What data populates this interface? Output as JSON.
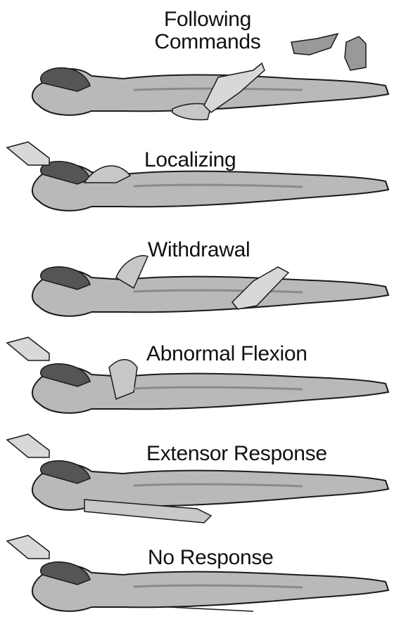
{
  "responses": [
    {
      "id": "following-commands",
      "label_lines": [
        "Following",
        "Commands"
      ],
      "extra": "hand-signals"
    },
    {
      "id": "localizing",
      "label_lines": [
        "Localizing"
      ],
      "extra": "stimulus"
    },
    {
      "id": "withdrawal",
      "label_lines": [
        "Withdrawal"
      ],
      "extra": "stimulus-leg"
    },
    {
      "id": "abnormal-flexion",
      "label_lines": [
        "Abnormal Flexion"
      ],
      "extra": "stimulus"
    },
    {
      "id": "extensor-response",
      "label_lines": [
        "Extensor Response"
      ],
      "extra": "stimulus"
    },
    {
      "id": "no-response",
      "label_lines": [
        "No Response"
      ],
      "extra": "stimulus"
    }
  ],
  "colors": {
    "body_fill": "#b9b9b9",
    "body_shade": "#8a8a8a",
    "outline": "#1a1a1a",
    "hair": "#555555"
  }
}
